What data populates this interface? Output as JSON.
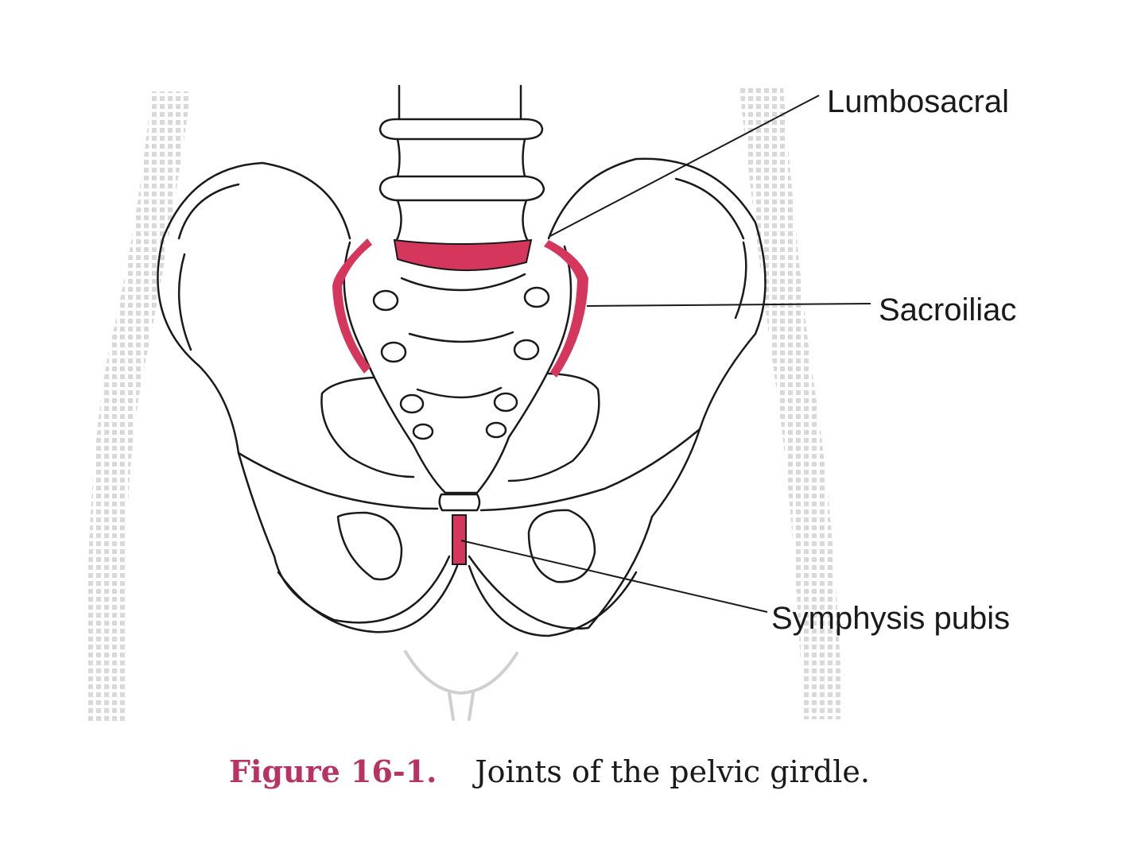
{
  "labels": {
    "lumbosacral": "Lumbosacral",
    "sacroiliac": "Sacroiliac",
    "symphysis": "Symphysis pubis"
  },
  "caption": {
    "number": "Figure 16-1.",
    "text": "Joints of the pelvic girdle."
  },
  "colors": {
    "joint": "#d4365c",
    "caption_number": "#b83262",
    "body_outline": "#d6d6d6",
    "ink": "#1a1a1a"
  }
}
